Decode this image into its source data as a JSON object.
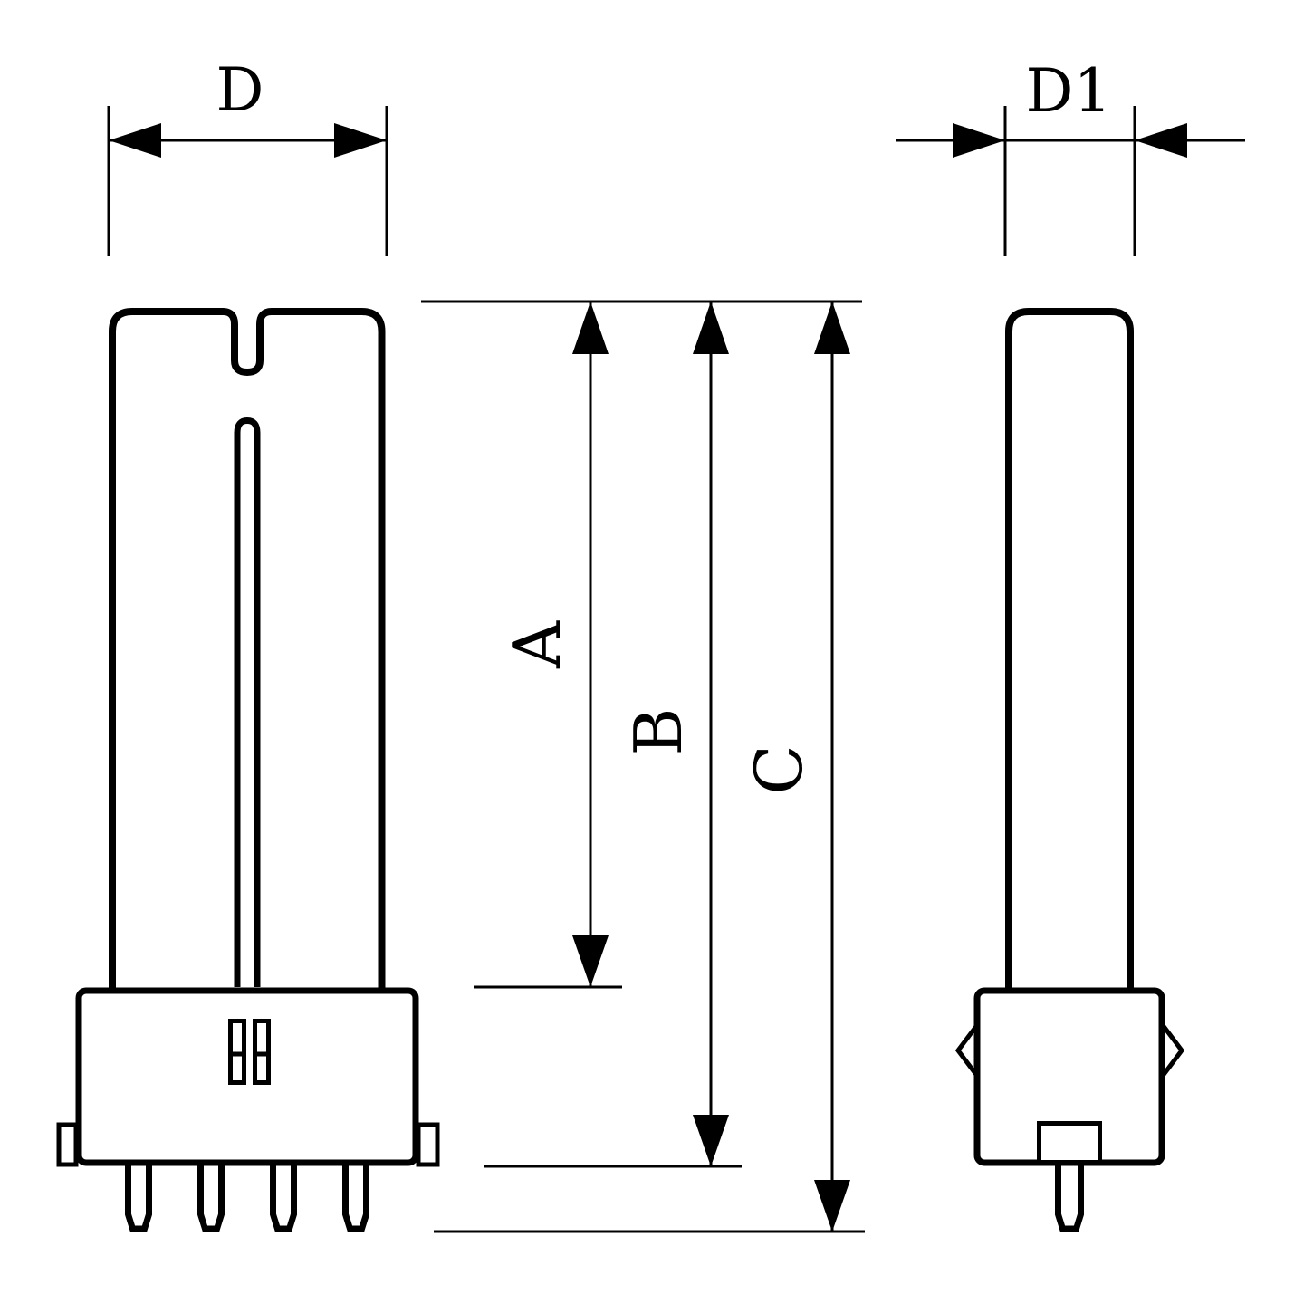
{
  "diagram": {
    "background_color": "#ffffff",
    "ink_color": "#000000",
    "labels": {
      "d": "D",
      "d1": "D1",
      "a": "A",
      "b": "B",
      "c": "C"
    }
  }
}
